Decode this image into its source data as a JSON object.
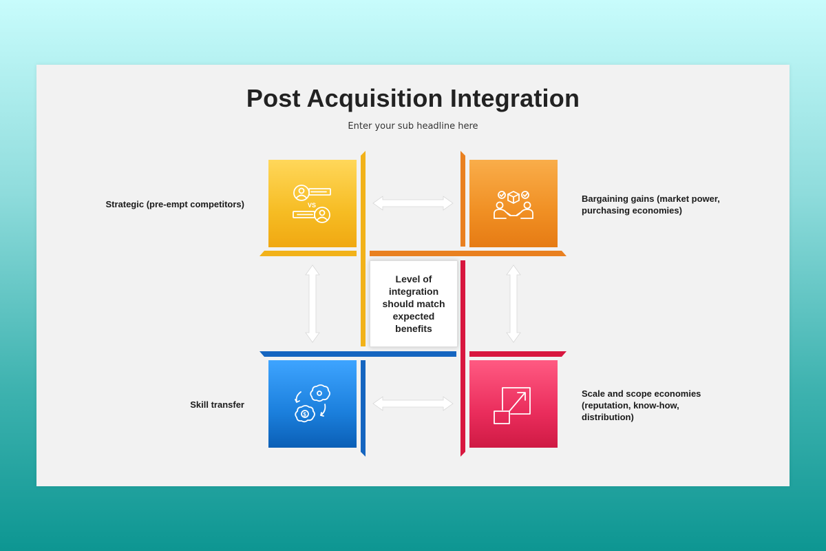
{
  "slide": {
    "title": "Post Acquisition Integration",
    "subtitle": "Enter your sub headline here"
  },
  "center": {
    "text": "Level of integration should match expected benefits"
  },
  "quadrants": [
    {
      "label": "Strategic (pre-empt competitors)",
      "color": "#f6bc23",
      "icon": "versus-competitors-icon"
    },
    {
      "label": "Bargaining gains (market power, purchasing economies)",
      "color": "#f08f23",
      "icon": "handshake-box-icon"
    },
    {
      "label": "Skill transfer",
      "color": "#1b7fdc",
      "icon": "brain-exchange-icon"
    },
    {
      "label": "Scale and scope economies (reputation, know-how, distribution)",
      "color": "#ea2d5c",
      "icon": "scale-up-icon"
    }
  ],
  "icon_text": {
    "vs": "VS",
    "dollar": "$"
  }
}
